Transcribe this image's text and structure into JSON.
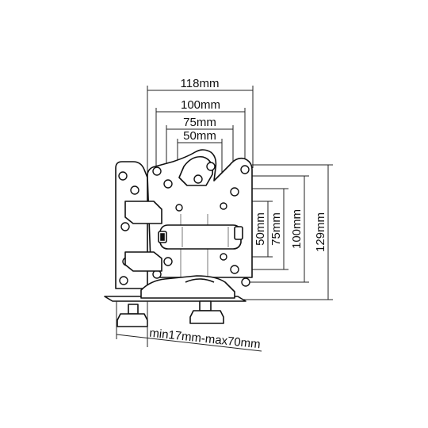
{
  "dimensions": {
    "width_118": "118mm",
    "width_100": "100mm",
    "width_75": "75mm",
    "width_50": "50mm",
    "height_50": "50mm",
    "height_75": "75mm",
    "height_100": "100mm",
    "height_129": "129mm",
    "clamp_range": "min17mm-max70mm"
  }
}
